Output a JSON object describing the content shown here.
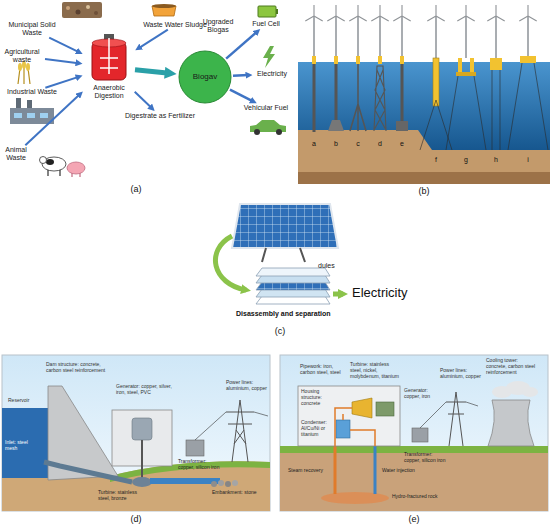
{
  "diagram": {
    "nodes": [
      {
        "text": [
          "Municipal Solid Waste"
        ]
      },
      {
        "text": [
          "Waste Water Sludge"
        ]
      },
      {
        "text": [
          "Agricultural waste"
        ]
      },
      {
        "text": [
          "Industrial Waste"
        ]
      },
      {
        "text": [
          "Animal Waste"
        ]
      },
      {
        "text": [
          "Anaerobic Digestion"
        ]
      },
      {
        "text": [
          "Digestrate as Fertilizer"
        ]
      },
      {
        "text": [
          "Biogav"
        ]
      },
      {
        "text": [
          "Fuel Cell"
        ]
      },
      {
        "text": [
          "Electricity"
        ]
      },
      {
        "text": [
          "Vehicular Fuel"
        ]
      }
    ],
    "edges": [
      {
        "from": 0,
        "to": 5,
        "arrow": "to"
      },
      {
        "from": 1,
        "to": 5,
        "arrow": "to"
      },
      {
        "from": 2,
        "to": 5,
        "arrow": "to"
      },
      {
        "from": 3,
        "to": 5,
        "arrow": "to"
      },
      {
        "from": 4,
        "to": 5,
        "arrow": "to"
      },
      {
        "from": 5,
        "to": 6,
        "arrow": "to"
      },
      {
        "from": 5,
        "to": 7,
        "arrow": "to"
      },
      {
        "from": 7,
        "to": 8,
        "arrow": "to"
      },
      {
        "from": 7,
        "to": 9,
        "arrow": "to"
      },
      {
        "from": 7,
        "to": 10,
        "arrow": "to"
      }
    ],
    "labels": [
      "Upgraded Biogas",
      "(a)",
      "a",
      "b",
      "c",
      "d",
      "e",
      "f",
      "g",
      "h",
      "i",
      "(b)",
      "dules",
      "Disassembly and separation",
      "Electricity",
      "(c)",
      "Dam structure: concrete, carbon steel reinforcement",
      "Reservoir",
      "Inlet: steel mesh",
      "Generator: copper, silver, iron, steel, PVC",
      "Transformer: copper, silicon iron",
      "Power lines: aluminium, copper",
      "Turbine: stainless steel, bronze",
      "Embankment: stone",
      "(d)",
      "Housing structure: concrete",
      "Pipework: iron, carbon steel, steel",
      "Turbine: stainless steel, nickel, molybdenum, titanium",
      "Condenser: Al/Cu/Ni or titanium",
      "Generator: copper, iron",
      "Transformer: copper, silicon iron",
      "Power lines: aluminium, copper",
      "Cooling tower: concrete, carbon steel reinforcement",
      "Steam recovery",
      "Water injection",
      "Hydro-fractured rock",
      "(e)"
    ]
  }
}
